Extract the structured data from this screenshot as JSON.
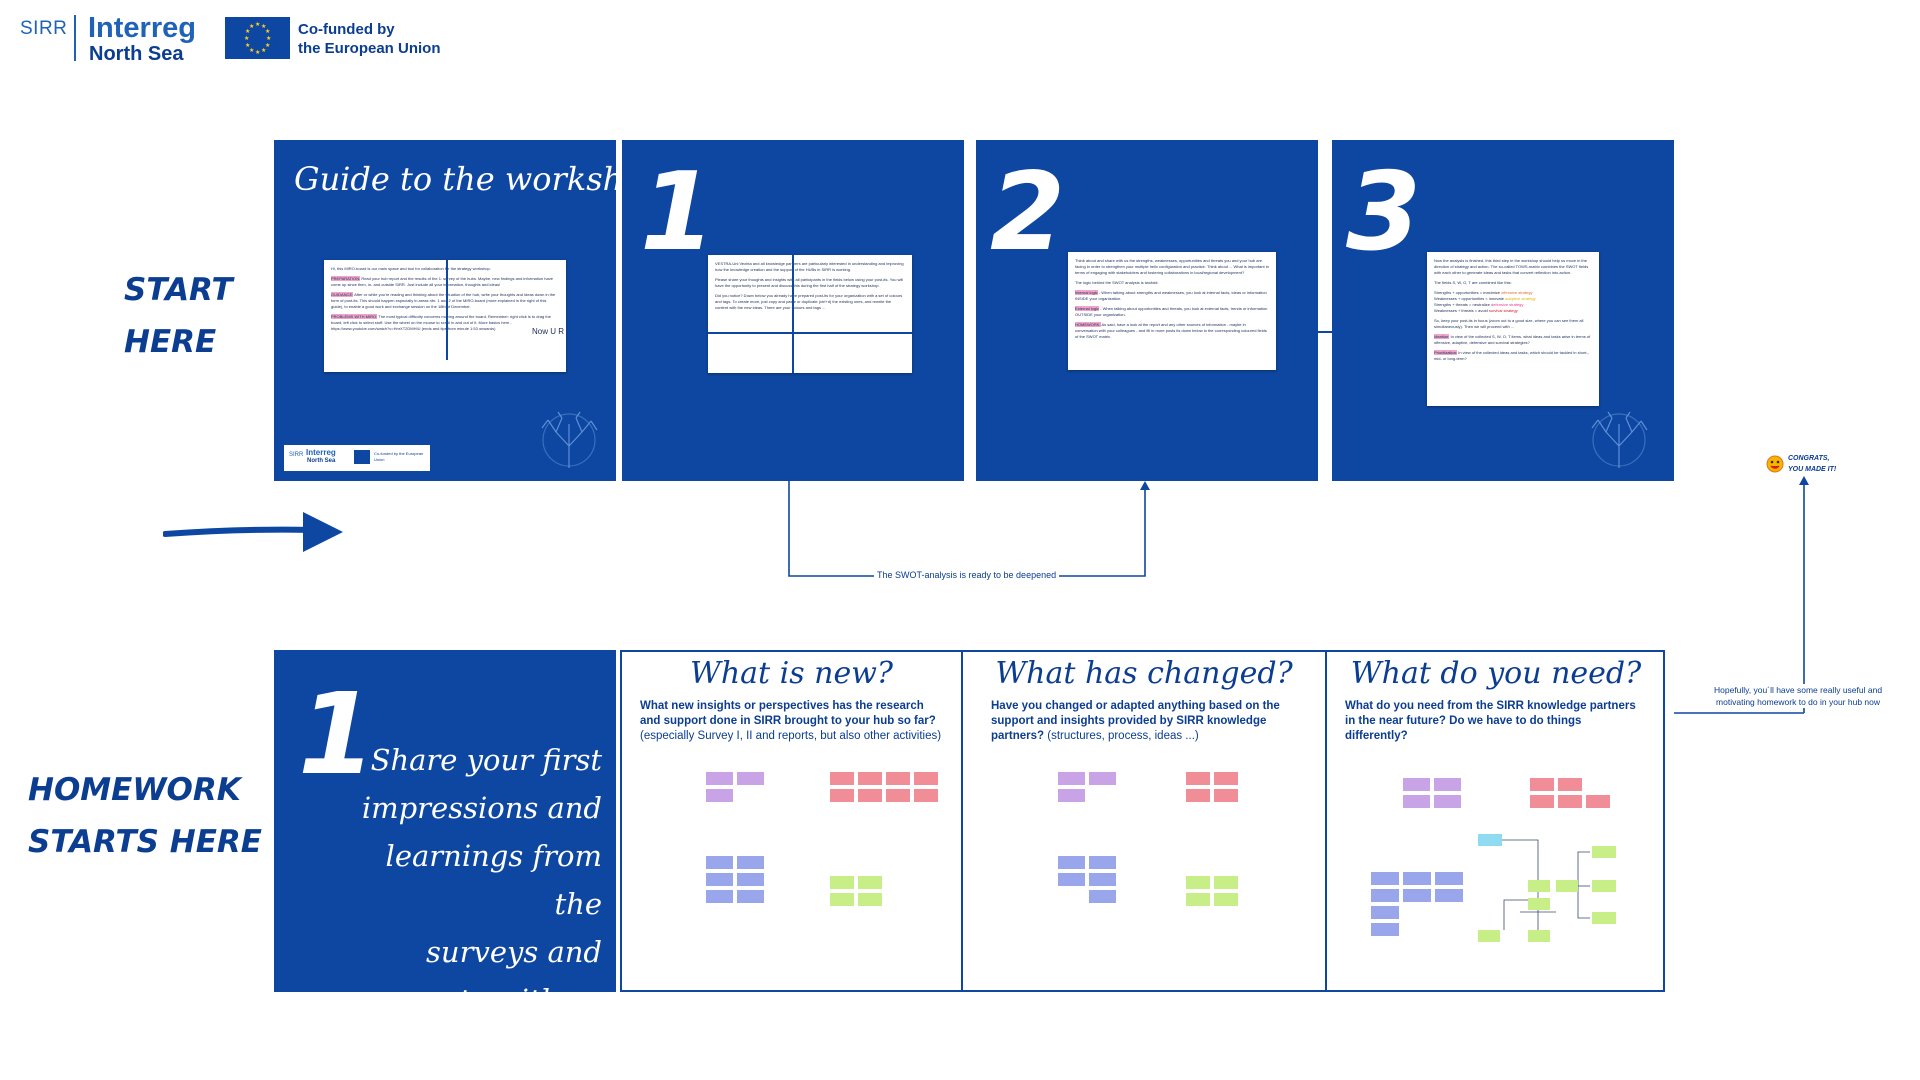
{
  "header": {
    "sirr": "SIRR",
    "interreg": "Interreg",
    "north_sea": "North Sea",
    "eu_line1": "Co-funded by",
    "eu_line2": "the European Union"
  },
  "side_labels": {
    "start_line1": "START",
    "start_line2": "HERE",
    "homework_line1": "HOMEWORK",
    "homework_line2": "STARTS HERE"
  },
  "guide": {
    "title": "Guide to the workshop",
    "footer_logo_interreg": "Interreg",
    "footer_logo_northsea": "North Sea",
    "footer_eu": "Co-funded by the European Union",
    "card": {
      "p1": "Hi, this MIRO-board is our main space and tool for collaboration for the strategy workshop.",
      "prep_tag": "PREPARATION:",
      "p2": " Read your hub report and the results of the 1. survey of the hubs. Maybe, new findings and information have come up since then, in- and outside SIRR. Just include all your information, thoughts and ideas!",
      "guidance_tag": "GUIDANCE:",
      "p3": " After or while you're reading and thinking about the situation of the hub, write your thoughts and ideas down in the form of post-its. This should happen especially in areas nbr. 1 and 2 of the MIRO-board (more explained in the right of this guide), to enable a good work and exchange session on the 18th of December.",
      "problems_tag": "PROBLEMS WITH MIRO:",
      "p4": " The most typical difficulty concerns moving around the board. Remember: right click is to drag the board, left click to select stuff. Use the wheel on the mouse to scroll in and out of it. More basics here - https://www.youtube.com/watch?v=HnrXT2DMHIU (ends and tips from minute 1:53 onwards)",
      "cursor_label": "Now U R"
    }
  },
  "step1": {
    "number": "1",
    "card": {
      "p1": "VESTRA-Uni Vechta and all knowledge partners are particularly interested in understanding and improving how the knowledge creation and the support of the HUBs in SIRR is working.",
      "p2": "Please share your thoughts and insights with all participants in the fields below using your post-its. You will have the opportunity to present and discuss this during the first half of the strategy workshop.",
      "p3": "Did you notice? Down below you already have prepared post-its for your organization with a set of colours and tags. To create more, just copy and paste or duplicate (ctrl+d) the existing ones, and rewrite the content with the new ideas. There are your colours and tags ..."
    }
  },
  "step2": {
    "number": "2",
    "card": {
      "p1": "Think about and share with us the strengths, weaknesses, opportunities and threats you and your hub are facing in order to strengthen your multiple helix configuration and practice. Think about ... What is important in terms of engaging with stakeholders and fostering collaborations in local/regional development?",
      "p2": "The logic behind the SWOT analysis is twofold:",
      "internal_tag": "Internal logic",
      "p3": " - When talking about strengths and weaknesses, you look at internal facts, ideas or information INSIDE your organization.",
      "external_tag": "External logic",
      "p4": " - When talking about opportunities and threats, you look at external facts, trends or information OUTSIDE your organization.",
      "homework_tag": "HOMEWORK:",
      "p5": " As said, have a look at the report and any other sources of information - maybe in conversation with your colleagues - and fill in more posts its down below in the corresponding coloured fields of the SWOT matrix."
    }
  },
  "step3": {
    "number": "3",
    "card": {
      "p1": "Now the analysis is finished, this third step in the workshop should help us move in the direction of strategy and action. The so-called TOWS-matrix combines the SWOT fields with each other to generate ideas and tasks that convert reflection into action.",
      "p2": "The fields S, W, O, T are combined like this:",
      "r1": "Strengths + opportunities = maximize",
      "r1s": "offensive strategy",
      "r2": "Weaknesses + opportunities = innovate",
      "r2s": "adaptive strategy",
      "r3": "Strengths + threats = neutralize",
      "r3s": "defensive strategy",
      "r4": "Weaknesses + threats = avoid",
      "r4s": "survival strategy",
      "p3": "So, keep your post-its in focus (zoom out to a good size, where you can see them all simultaneously). Then we will proceed with ...",
      "ideation_tag": "Ideation:",
      "p4": " In view of the collected S, W, O, T items, what ideas and tasks arise in terms of offensive, adaptive, defensive and survival strategies?",
      "prio_tag": "Prioritization:",
      "p5": " In view of the collected ideas and tasks, which should be tackled in short-, mid- or long-term?"
    }
  },
  "connectors": {
    "swot_label": "The SWOT-analysis is ready to be deepened",
    "homework_label_line1": "Hopefully, you´ll have some really useful and",
    "homework_label_line2": "motivating homework to do in your hub now",
    "congrats_line1": "CONGRATS,",
    "congrats_line2": "YOU MADE IT!"
  },
  "homework": {
    "number": "1",
    "text_lines": [
      "Share your first",
      "impressions and",
      "learnings from the",
      "surveys and",
      "reports with us"
    ],
    "columns": [
      {
        "heading": "What is new?",
        "question": "What new insights or perspectives has the research and support done in SIRR brought to your hub so far?",
        "note": "(especially Survey I, II and reports, but also other activities)"
      },
      {
        "heading": "What has changed?",
        "question": "Have you changed or adapted anything based on the support and insights provided by SIRR knowledge partners?",
        "note": "(structures, process, ideas ...)"
      },
      {
        "heading": "What do you need?",
        "question": "What do you need from the SIRR knowledge partners in the near future? Do we have to do things differently?",
        "note": ""
      }
    ]
  },
  "colors": {
    "panel_blue": "#0e47a1",
    "text_blue": "#0b3d91",
    "note_purple": "#c8a3e6",
    "note_red": "#f08d96",
    "note_blue": "#9aa6ec",
    "note_green": "#c8ef87"
  }
}
